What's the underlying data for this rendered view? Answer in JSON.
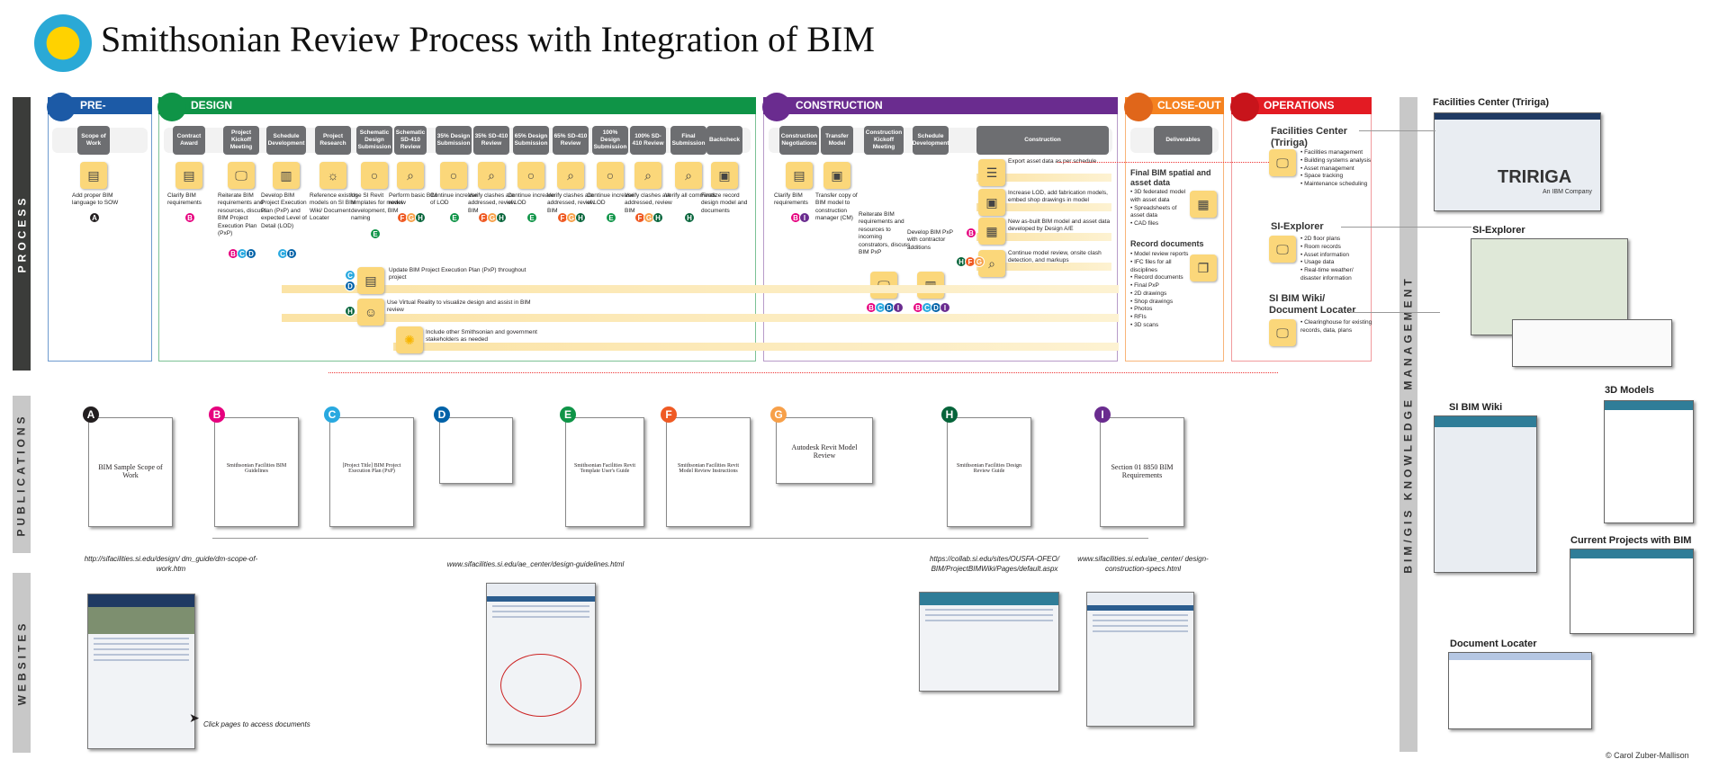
{
  "header": {
    "title": "Smithsonian Review Process with Integration of BIM",
    "logo_icon": "smithsonian-sun-icon"
  },
  "sections": {
    "process": "PROCESS",
    "publications": "PUBLICATIONS",
    "websites": "WEBSITES",
    "bim_gis": "BIM/GIS KNOWLEDGE MANAGEMENT"
  },
  "colors": {
    "pre_project": "#1c5aa6",
    "design": "#0f9447",
    "construction": "#6a2c8f",
    "close_out": "#f58220",
    "operations": "#e31b23",
    "icon_fill": "#fbd77a",
    "step": "#6d6e71",
    "A": "#231f20",
    "B": "#e6007e",
    "C": "#29a9e0",
    "D": "#0062a8",
    "E": "#0f9447",
    "F": "#ef5a24",
    "G": "#f7a049",
    "H": "#06643a",
    "I": "#6a2c8f"
  },
  "phases": [
    {
      "name": "PRE-PROJECT",
      "icon": "clipboard-icon"
    },
    {
      "name": "DESIGN",
      "icon": "monitor-icon"
    },
    {
      "name": "CONSTRUCTION",
      "icon": "hardhat-icon"
    },
    {
      "name": "CLOSE-OUT",
      "icon": "documents-icon"
    },
    {
      "name": "OPERATIONS",
      "icon": "gears-icon"
    }
  ],
  "steps": [
    {
      "label": "Scope of Work",
      "text": "Add proper BIM language to SOW",
      "badges": [
        "A"
      ],
      "icon": "sow-certificate-icon"
    },
    {
      "label": "Contract Award",
      "text": "Clarify BIM requirements",
      "badges": [
        "B"
      ],
      "icon": "sow-certificate-icon"
    },
    {
      "label": "Project Kickoff Meeting",
      "text": "Reiterate BIM requirements and resources, discuss BIM Project Execution Plan (PxP)",
      "badges": [
        "B",
        "C",
        "D"
      ],
      "icon": "monitor-cursor-icon"
    },
    {
      "label": "Schedule Development",
      "text": "Develop BIM Project Execution Plan (PxP) and expected Level of Detail (LOD)",
      "badges": [
        "C",
        "D"
      ],
      "icon": "pxp-clipboard-icon"
    },
    {
      "label": "Project Research",
      "text": "Reference existing models on SI BIM Wiki/ Document Locater",
      "badges": [],
      "icon": "monitor-sun-icon"
    },
    {
      "label": "Schematic Design Submission",
      "text": "Use SI Revit templates for model development, BIM naming",
      "badges": [
        "E"
      ],
      "icon": "bulb-icon"
    },
    {
      "label": "Schematic SD-410 Review",
      "text": "Perform basic BIM review",
      "badges": [
        "F",
        "G",
        "H"
      ],
      "icon": "magnifier-check-icon"
    },
    {
      "label": "35% Design Submission",
      "text": "Continue increase of LOD",
      "badges": [
        "E"
      ],
      "icon": "bulb-icon"
    },
    {
      "label": "35% SD-410 Review",
      "text": "Verify clashes are addressed, review BIM",
      "badges": [
        "F",
        "G",
        "H"
      ],
      "icon": "magnifier-check-icon"
    },
    {
      "label": "65% Design Submission",
      "text": "Continue increase of LOD",
      "badges": [
        "E"
      ],
      "icon": "bulb-icon"
    },
    {
      "label": "65% SD-410 Review",
      "text": "Verify clashes are addressed, review BIM",
      "badges": [
        "F",
        "G",
        "H"
      ],
      "icon": "magnifier-check-icon"
    },
    {
      "label": "100% Design Submission",
      "text": "Continue increase of LOD",
      "badges": [
        "E"
      ],
      "icon": "bulb-icon"
    },
    {
      "label": "100% SD-410 Review",
      "text": "Verify clashes are addressed, review BIM",
      "badges": [
        "F",
        "G",
        "H"
      ],
      "icon": "magnifier-check-icon"
    },
    {
      "label": "Final Submission",
      "text": "Verify all comments",
      "badges": [
        "H"
      ],
      "icon": "magnifier-check-icon"
    },
    {
      "label": "Backcheck",
      "text": "Finalize record design model and documents",
      "badges": [],
      "icon": "cubes-icon"
    },
    {
      "label": "Construction Negotiations",
      "text": "Clarify BIM requirements",
      "badges": [
        "B",
        "I"
      ],
      "icon": "sow-certificate-icon"
    },
    {
      "label": "Transfer Model",
      "text": "Transfer copy of BIM model to construction manager (CM)",
      "badges": [],
      "icon": "cubes-icon"
    },
    {
      "label": "Construction Kickoff Meeting",
      "text": "Reiterate BIM requirements and resources to incoming constrators, discuss BIM PxP",
      "badges": [
        "B",
        "C",
        "D",
        "I"
      ],
      "icon": "monitor-cursor-icon"
    },
    {
      "label": "Schedule Development",
      "text": "Develop BIM PxP with contractor additions",
      "badges": [
        "B",
        "C",
        "D",
        "I"
      ],
      "icon": "pxp-clipboard-icon"
    },
    {
      "label": "Construction"
    },
    {
      "label": "Deliverables"
    }
  ],
  "construction_tasks": [
    {
      "text": "Export asset data as per schedule",
      "icon": "spreadsheet-icon"
    },
    {
      "text": "Increase LOD, add fabrication models, embed shop drawings in model",
      "icon": "cubes-icon"
    },
    {
      "text": "New as-built BIM model and asset data developed by Design A/E",
      "badges": [
        "B"
      ],
      "icon": "spreadsheet-cubes-icon"
    },
    {
      "text": "Continue model review, onsite clash detection, and markups",
      "badges": [
        "H",
        "F",
        "G"
      ],
      "icon": "magnifier-check-icon"
    }
  ],
  "ongoing": [
    {
      "text": "Update BIM Project Execution Plan (PxP) throughout project",
      "badges": [
        "C",
        "D"
      ],
      "icon": "pxp-clipboard-icon"
    },
    {
      "text": "Use Virtual Reality to visualize design and assist in BIM review",
      "badges": [
        "H"
      ],
      "icon": "vr-headset-icon"
    },
    {
      "text": "Include other Smithsonian and government stakeholders as needed",
      "badges": [],
      "icon": "smithsonian-sun-icon"
    }
  ],
  "closeout": {
    "final_title": "Final BIM spatial and asset data",
    "final_items": [
      "3D federated model with asset data",
      "Spreadsheets of asset data",
      "CAD files"
    ],
    "record_title": "Record documents",
    "record_items": [
      "Model review reports",
      "IFC files for all disciplines",
      "Record documents",
      "Final PxP",
      "2D drawings",
      "Shop drawings",
      "Photos",
      "RFIs",
      "3D scans"
    ]
  },
  "operations": [
    {
      "title": "Facilities Center (Tririga)",
      "items": [
        "Facilities management",
        "Building systems analysis",
        "Asset management",
        "Space tracking",
        "Maintenance scheduling"
      ]
    },
    {
      "title": "SI-Explorer",
      "items": [
        "2D floor plans",
        "Room records",
        "Asset information",
        "Usage data",
        "Real-time weather/ disaster information"
      ]
    },
    {
      "title": "SI BIM Wiki/ Document Locater",
      "items": [
        "Clearinghouse for existing records, data, plans"
      ]
    }
  ],
  "publications": [
    {
      "id": "A",
      "title": "BIM Sample Scope of Work"
    },
    {
      "id": "B",
      "title": "Smithsonian Facilities BIM Guidelines"
    },
    {
      "id": "C",
      "title": "[Project Title] BIM Project Execution Plan (PxP)"
    },
    {
      "id": "D",
      "title": ""
    },
    {
      "id": "E",
      "title": "Smithsonian Facilities Revit Template User's Guide"
    },
    {
      "id": "F",
      "title": "Smithsonian Facilities Revit Model Review Instructions"
    },
    {
      "id": "G",
      "title": "Autodesk Revit Model Review"
    },
    {
      "id": "H",
      "title": "Smithsonian Facilities Design Review Guide"
    },
    {
      "id": "I",
      "title": "Section 01 8850 BIM Requirements"
    }
  ],
  "websites": [
    {
      "url": "http://sifacilities.si.edu/design/ dm_guide/dm-scope-of-work.htm"
    },
    {
      "url": "www.sifacilities.si.edu/ae_center/design-guidelines.html"
    },
    {
      "url": "https://collab.si.edu/sites/OUSFA-OFEO/ BIM/ProjectBIMWiki/Pages/default.aspx"
    },
    {
      "url": "www.sifacilities.si.edu/ae_center/ design-construction-specs.html"
    }
  ],
  "click_hint": "Click pages to access documents",
  "knowledge": {
    "tririga": "Facilities Center (Tririga)",
    "tririga_logo": "TRIRIGA",
    "tririga_sub": "An IBM Company",
    "si_explorer": "SI-Explorer",
    "wiki": "SI BIM Wiki",
    "models": "3D Models",
    "current": "Current Projects with BIM",
    "locater": "Document  Locater"
  },
  "copyright": "© Carol Zuber-Mallison"
}
